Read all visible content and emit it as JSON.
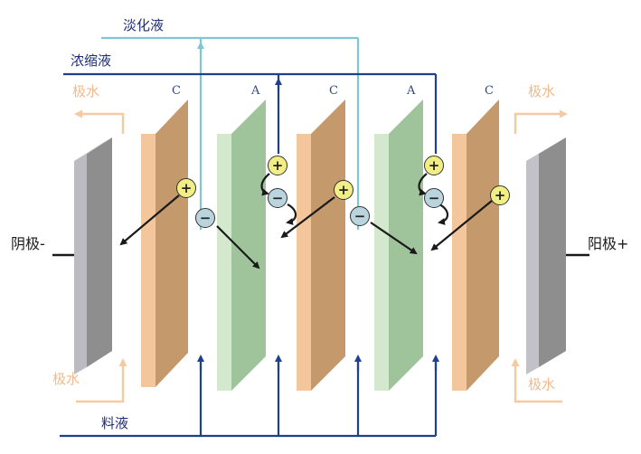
{
  "labels": {
    "dilute": "淡化液",
    "concentrate": "浓缩液",
    "feed": "料液",
    "cathode": "阴极-",
    "anode": "阳极+",
    "electrode_water": "极水",
    "membrane_c": "C",
    "membrane_a": "A"
  },
  "ion_symbols": {
    "cation": "+",
    "anion": "−"
  },
  "colors": {
    "dilute_line": "#7ec8d4",
    "concentrate_line": "#1f3f8f",
    "feed_line": "#1f3f8f",
    "electrode_water_line": "#f5c9a2",
    "cation_membrane": "#e9a77a",
    "anion_membrane": "#a9cfa3",
    "electrode": "#9a9a9a",
    "cation_fill": "#f2ee86",
    "anion_fill": "#b9d4dc"
  }
}
